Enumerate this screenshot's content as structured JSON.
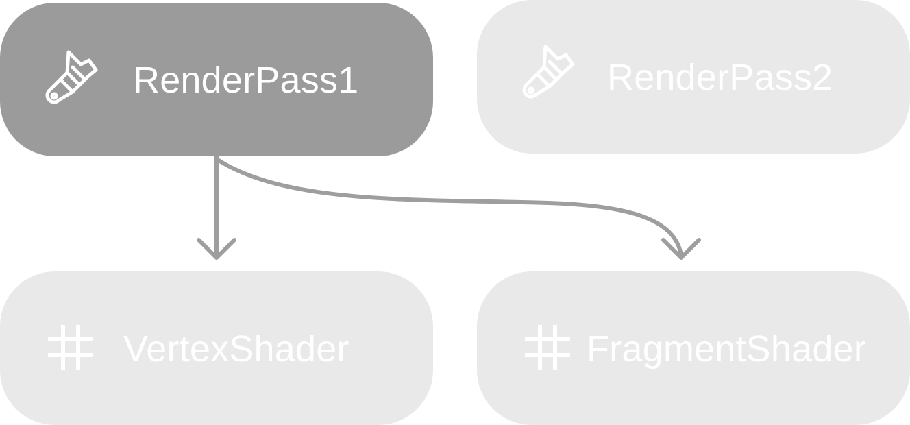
{
  "diagram": {
    "nodes": [
      {
        "id": "rp1",
        "label": "RenderPass1",
        "icon": "paintbrush-icon",
        "state": "active"
      },
      {
        "id": "rp2",
        "label": "RenderPass2",
        "icon": "paintbrush-icon",
        "state": "inactive"
      },
      {
        "id": "vs",
        "label": "VertexShader",
        "icon": "hash-icon",
        "state": "inactive"
      },
      {
        "id": "fs",
        "label": "FragmentShader",
        "icon": "hash-icon",
        "state": "inactive"
      }
    ],
    "edges": [
      {
        "from": "rp1",
        "to": "vs"
      },
      {
        "from": "rp1",
        "to": "fs"
      }
    ]
  },
  "colors": {
    "active_node": "#9b9b9b",
    "inactive_node": "#e9e9e9",
    "edge": "#9e9e9e",
    "text": "#ffffff"
  }
}
